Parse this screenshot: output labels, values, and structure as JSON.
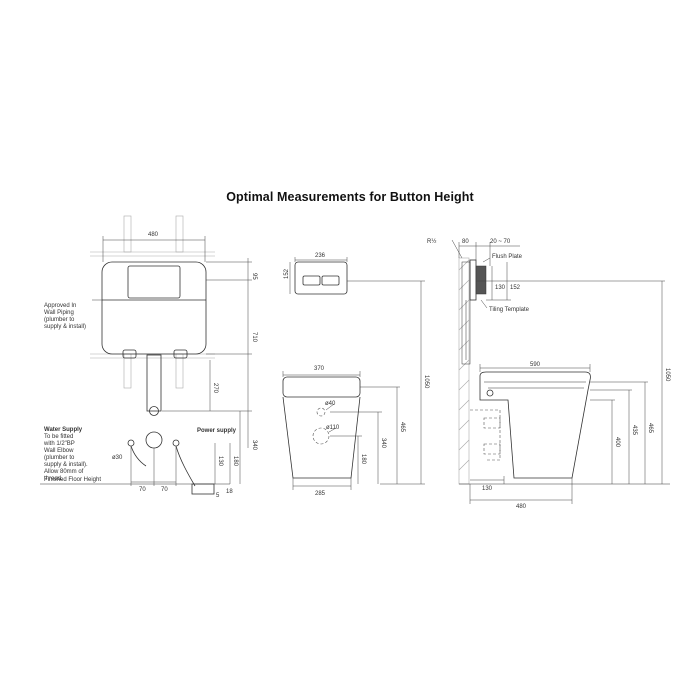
{
  "title": "Optimal Measurements for Button Height",
  "colors": {
    "line": "#333333",
    "background": "#ffffff",
    "wall_hatch": "#aaaaaa"
  },
  "frame_view": {
    "dim_width": "480",
    "dim_top": "95",
    "dim_height": "710",
    "dim_lower": "270",
    "dim_outlet": "340",
    "dim_water": "130",
    "dim_power": "180",
    "dim_spacing_left": "70",
    "dim_spacing_right": "70",
    "dim_pipe_dia": "ø30",
    "dim_floor": "18",
    "dim_small": "5",
    "note_piping": [
      "Approved In",
      "Wall Piping",
      "(plumber to",
      "supply & install)"
    ],
    "water_supply_label": "Water Supply",
    "water_supply_note": [
      "To be fitted",
      "with 1/2\"BP",
      "Wall Elbow",
      "(plumber to",
      "supply & install).",
      "Allow 80mm of",
      "thread."
    ],
    "power_supply_label": "Power supply",
    "floor_label": "Finished Floor Height"
  },
  "plate_view": {
    "dim_width": "236",
    "dim_height": "152",
    "dim_total": "1050"
  },
  "pan_front_view": {
    "dim_top_width": "370",
    "dim_base_width": "285",
    "dim_outlet_dia": "ø40",
    "dim_inlet_dia": "ø110",
    "dim_465": "465",
    "dim_340": "340",
    "dim_180": "180"
  },
  "side_view": {
    "dim_r": "R½",
    "dim_80": "80",
    "dim_range": "20 ~ 70",
    "flush_plate_label": "Flush Plate",
    "dim_130": "130",
    "dim_152": "152",
    "tiling_label": "Tiling Template",
    "dim_length": "590",
    "dim_400": "400",
    "dim_435": "435",
    "dim_465": "465",
    "dim_1050": "1050",
    "dim_base_130": "130",
    "dim_base_480": "480"
  }
}
